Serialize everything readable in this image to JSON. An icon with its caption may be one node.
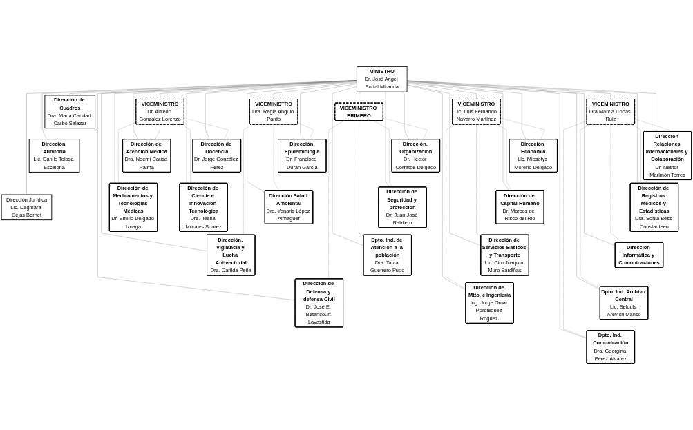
{
  "diagram": {
    "nodes": [
      {
        "text": [
          "MINISTRO",
          "Dr. José Angel Portal Miranda"
        ]
      },
      {
        "text": [
          "VICEMINISTRO PRIMERO"
        ]
      },
      {
        "text": [
          "VICEMINISTRO",
          "Dra. Regla Angulo Pardo"
        ]
      },
      {
        "text": [
          "VICEMINISTRO",
          "Dr. Alfredo González Lorenzo"
        ]
      },
      {
        "text": [
          "VICEMINISTRO",
          "Lic. Luis Fernando Navarro Martínez"
        ]
      },
      {
        "text": [
          "VICEMINISTRO",
          "Dra Marcia Cobas Ruiz"
        ]
      },
      {
        "text": [
          "Dirección de Cuadros",
          "Dra. Maria Caridad Carbó Salazar"
        ]
      },
      {
        "text": [
          "Dirección Auditoría",
          "Lic. Danilo Tolosa Escalona"
        ]
      },
      {
        "text": [
          "Dirección Jurídica",
          "Lic. Dagmara Cejas Bernet"
        ]
      },
      {
        "text": [
          "Dirección. Organización",
          "Dr. Héctor Corratgé Delgado"
        ]
      },
      {
        "text": [
          "Dirección de Seguridad y protección",
          "Dr. Juan José Rabilero"
        ]
      },
      {
        "text": [
          "Dpto. Ind. de Atención a la población",
          "Dra. Tania Guerrero Pupo"
        ]
      },
      {
        "text": [
          "Dirección de Defensa y defensa Civil",
          "Dr. José E. Betancourt Lavastida"
        ]
      },
      {
        "text": [
          "Dirección Epidemiología",
          "Dr. Francisco Durán García"
        ]
      },
      {
        "text": [
          "Dirección Salud Ambiental",
          "Dra. Yanaris López Almaguer"
        ]
      },
      {
        "text": [
          "Dirección. Vigilancia y Lucha Antivectorial",
          "Dra. Carilda Peña"
        ]
      },
      {
        "text": [
          "Dirección de Atención Médica",
          "Dra. Noemí Causa Palma"
        ]
      },
      {
        "text": [
          "Dirección de Medicamentos y Tecnologías Médicas",
          "Dr. Emilio Delgado Iznaga"
        ]
      },
      {
        "text": [
          "Dirección de Docencia",
          "Dr. Jorge González Pérez"
        ]
      },
      {
        "text": [
          "Dirección de Ciencia e Innovación Tecnológica",
          "Dra. Ileana Morales Suárez"
        ]
      },
      {
        "text": [
          "Dirección Economía",
          "Lic. Miosotys Moreno Delgado"
        ]
      },
      {
        "text": [
          "Dirección de Capital Humano",
          "Dr. Marcos del Risco del Rio"
        ]
      },
      {
        "text": [
          "Dirección de Servicios Básicos y Transporte",
          "Lic. Ciro Joaquín Muro Sardiñas"
        ]
      },
      {
        "text": [
          "Dirección de Mtto. e Ingeniería",
          "Ing. Jorge Omar Pordiéguez Rdguez."
        ]
      },
      {
        "text": [
          "Dirección Relaciones Internacionales y Colaboración",
          "Dr. Néstor Marimón Torres"
        ]
      },
      {
        "text": [
          "Dirección de Registros Médicos y Estadísticas",
          "Dra. Sonia Bess Constanteen"
        ]
      },
      {
        "text": [
          "Dirección Informática y Comunicaciones"
        ]
      },
      {
        "text": [
          "Dpto. Ind. Archivo Central",
          "Lic. Belquis Arevich Manso"
        ]
      },
      {
        "text": [
          "Dpto. Ind. Comunicación",
          "Dra. Georgina Pérez Álvarez"
        ]
      }
    ],
    "edges": [
      {
        "from": 0,
        "to": 1,
        "arrow": "none"
      },
      {
        "from": 0,
        "to": 2,
        "arrow": "none"
      },
      {
        "from": 0,
        "to": 3,
        "arrow": "none"
      },
      {
        "from": 0,
        "to": 4,
        "arrow": "none"
      },
      {
        "from": 0,
        "to": 5,
        "arrow": "none"
      },
      {
        "from": 0,
        "to": 6,
        "arrow": "none"
      },
      {
        "from": 0,
        "to": 7,
        "arrow": "none"
      },
      {
        "from": 0,
        "to": 8,
        "arrow": "none"
      },
      {
        "from": 0,
        "to": 9,
        "arrow": "none"
      },
      {
        "from": 0,
        "to": 10,
        "arrow": "none"
      },
      {
        "from": 0,
        "to": 11,
        "arrow": "none"
      },
      {
        "from": 0,
        "to": 12,
        "arrow": "none"
      },
      {
        "from": 0,
        "to": 13,
        "arrow": "none"
      },
      {
        "from": 0,
        "to": 14,
        "arrow": "none"
      },
      {
        "from": 0,
        "to": 15,
        "arrow": "none"
      },
      {
        "from": 0,
        "to": 16,
        "arrow": "none"
      },
      {
        "from": 0,
        "to": 17,
        "arrow": "none"
      },
      {
        "from": 0,
        "to": 18,
        "arrow": "none"
      },
      {
        "from": 0,
        "to": 19,
        "arrow": "none"
      },
      {
        "from": 0,
        "to": 20,
        "arrow": "none"
      },
      {
        "from": 0,
        "to": 21,
        "arrow": "none"
      },
      {
        "from": 0,
        "to": 22,
        "arrow": "none"
      },
      {
        "from": 0,
        "to": 23,
        "arrow": "none"
      },
      {
        "from": 0,
        "to": 24,
        "arrow": "none"
      },
      {
        "from": 0,
        "to": 25,
        "arrow": "none"
      },
      {
        "from": 0,
        "to": 26,
        "arrow": "none"
      },
      {
        "from": 0,
        "to": 27,
        "arrow": "none"
      },
      {
        "from": 0,
        "to": 28,
        "arrow": "none"
      },
      {
        "from": 1,
        "to": 9,
        "arrow": "none",
        "style": "dashed"
      },
      {
        "from": 1,
        "to": 10,
        "arrow": "none",
        "style": "dashed"
      },
      {
        "from": 1,
        "to": 11,
        "arrow": "none",
        "style": "dashed"
      },
      {
        "from": 1,
        "to": 12,
        "arrow": "none",
        "style": "dashed"
      },
      {
        "from": 2,
        "to": 13,
        "arrow": "none",
        "style": "dashed"
      },
      {
        "from": 2,
        "to": 14,
        "arrow": "none",
        "style": "dashed"
      },
      {
        "from": 2,
        "to": 15,
        "arrow": "none",
        "style": "dashed"
      },
      {
        "from": 3,
        "to": 16,
        "arrow": "none",
        "style": "dashed"
      },
      {
        "from": 3,
        "to": 17,
        "arrow": "none",
        "style": "dashed"
      },
      {
        "from": 3,
        "to": 18,
        "arrow": "none",
        "style": "dashed"
      },
      {
        "from": 3,
        "to": 19,
        "arrow": "none",
        "style": "dashed"
      },
      {
        "from": 4,
        "to": 20,
        "arrow": "none",
        "style": "dashed"
      },
      {
        "from": 4,
        "to": 21,
        "arrow": "none",
        "style": "dashed"
      },
      {
        "from": 4,
        "to": 22,
        "arrow": "none",
        "style": "dashed"
      },
      {
        "from": 4,
        "to": 23,
        "arrow": "none",
        "style": "dashed"
      },
      {
        "from": 5,
        "to": 24,
        "arrow": "none",
        "style": "dashed"
      },
      {
        "from": 5,
        "to": 25,
        "arrow": "none",
        "style": "dashed"
      },
      {
        "from": 5,
        "to": 26,
        "arrow": "none",
        "style": "dashed"
      },
      {
        "from": 5,
        "to": 27,
        "arrow": "none",
        "style": "dashed"
      },
      {
        "from": 5,
        "to": 28,
        "arrow": "none",
        "style": "dashed"
      }
    ]
  }
}
